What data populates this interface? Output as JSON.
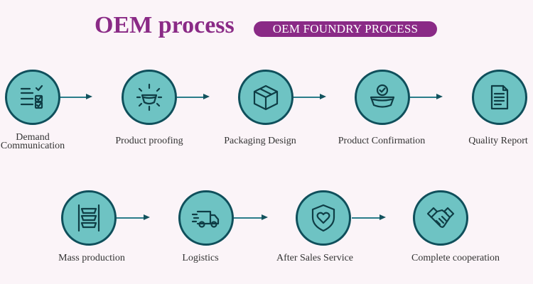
{
  "header": {
    "title": "OEM process",
    "badge": "OEM FOUNDRY PROCESS"
  },
  "colors": {
    "accent": "#8a2a86",
    "circle_fill": "#6ec3c3",
    "circle_border": "#0f4f5b",
    "line": "#2a7d8a",
    "background": "#fbf4f8"
  },
  "steps": [
    {
      "label_line1": "Demand",
      "label_line2": "Communication",
      "icon": "checklist-icon"
    },
    {
      "label": "Product proofing",
      "icon": "bowl-focus-icon"
    },
    {
      "label": "Packaging Design",
      "icon": "box-icon"
    },
    {
      "label": "Product Confirmation",
      "icon": "bowl-check-icon"
    },
    {
      "label": "Quality Report",
      "icon": "document-icon"
    },
    {
      "label": "Mass production",
      "icon": "stacked-bowls-icon"
    },
    {
      "label": "Logistics",
      "icon": "delivery-truck-icon"
    },
    {
      "label": "After Sales Service",
      "icon": "heart-shield-icon"
    },
    {
      "label": "Complete cooperation",
      "icon": "handshake-icon"
    }
  ]
}
